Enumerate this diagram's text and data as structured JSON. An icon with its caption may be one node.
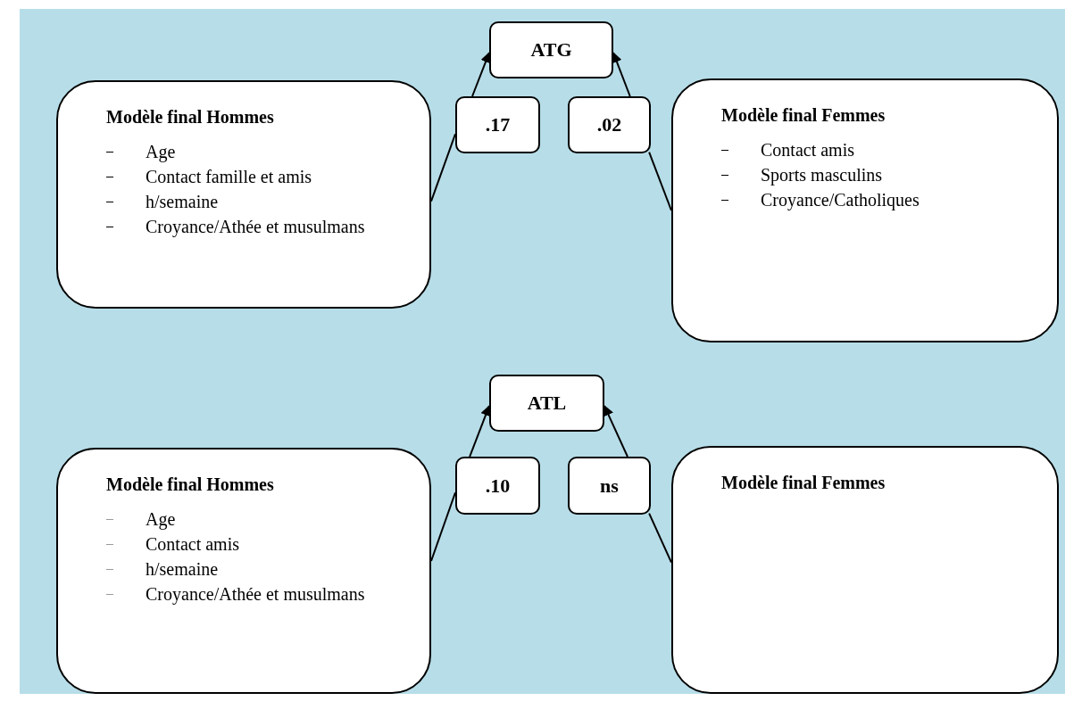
{
  "diagram": {
    "nodes": [
      {
        "text": [
          "ATG"
        ]
      },
      {
        "text": [
          "Modèle final Hommes",
          "Age",
          "Contact famille et amis",
          "h/semaine",
          "Croyance/Athée et musulmans"
        ]
      },
      {
        "text": [
          ".17"
        ]
      },
      {
        "text": [
          ".02"
        ]
      },
      {
        "text": [
          "Modèle final Femmes",
          "Contact amis",
          "Sports masculins",
          "Croyance/Catholiques"
        ]
      },
      {
        "text": [
          "ATL"
        ]
      },
      {
        "text": [
          "Modèle final Hommes",
          "Age",
          "Contact amis",
          "h/semaine",
          "Croyance/Athée et musulmans"
        ]
      },
      {
        "text": [
          ".10"
        ]
      },
      {
        "text": [
          "ns"
        ]
      },
      {
        "text": [
          "Modèle final Femmes"
        ]
      }
    ],
    "edges": [
      {
        "from": 1,
        "to": 2,
        "arrow": "none"
      },
      {
        "from": 2,
        "to": 0,
        "arrow": "to"
      },
      {
        "from": 4,
        "to": 3,
        "arrow": "none"
      },
      {
        "from": 3,
        "to": 0,
        "arrow": "to"
      },
      {
        "from": 6,
        "to": 7,
        "arrow": "none"
      },
      {
        "from": 7,
        "to": 5,
        "arrow": "to"
      },
      {
        "from": 9,
        "to": 8,
        "arrow": "none"
      },
      {
        "from": 8,
        "to": 5,
        "arrow": "to"
      }
    ]
  }
}
